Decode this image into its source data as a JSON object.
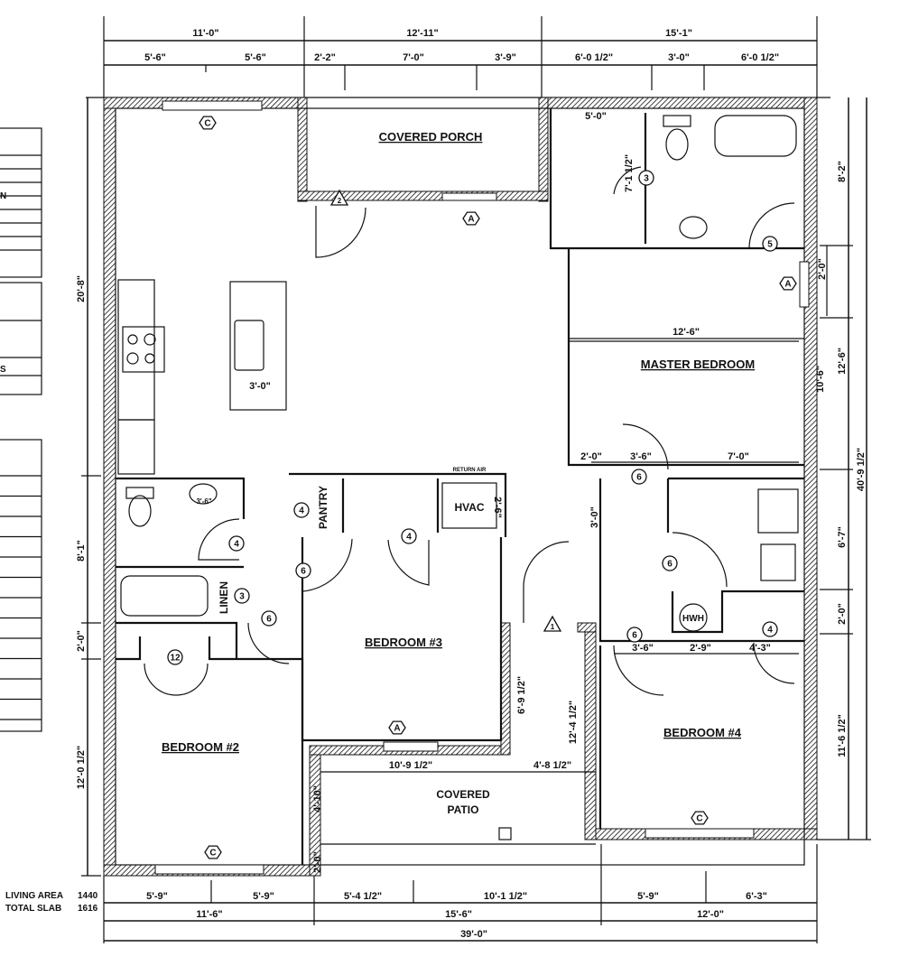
{
  "rooms": {
    "covered_porch": "COVERED PORCH",
    "master_bedroom": "MASTER BEDROOM",
    "bedroom3": "BEDROOM #3",
    "bedroom2": "BEDROOM #2",
    "bedroom4": "BEDROOM #4",
    "covered_patio_1": "COVERED",
    "covered_patio_2": "PATIO",
    "pantry": "PANTRY",
    "hvac": "HVAC",
    "linen": "LINEN",
    "hwh": "HWH",
    "return_air": "RETURN AIR"
  },
  "area_summary": {
    "living_area_label": "LIVING AREA",
    "living_area_value": "1440",
    "total_slab_label": "TOTAL SLAB",
    "total_slab_value": "1616"
  },
  "dimensions": {
    "top_overall": [
      "11'-0\"",
      "12'-11\"",
      "15'-1\""
    ],
    "top_detail": [
      "5'-6\"",
      "5'-6\"",
      "2'-2\"",
      "7'-0\"",
      "3'-9\"",
      "6'-0 1/2\"",
      "3'-0\"",
      "6'-0 1/2\""
    ],
    "bottom_detail": [
      "5'-9\"",
      "5'-9\"",
      "5'-4 1/2\"",
      "10'-1 1/2\"",
      "5'-9\"",
      "6'-3\""
    ],
    "bottom_sections": [
      "11'-6\"",
      "15'-6\"",
      "12'-0\""
    ],
    "bottom_overall": "39'-0\"",
    "left": [
      "20'-8\"",
      "8'-1\"",
      "2'-0\"",
      "12'-0 1/2\""
    ],
    "right": [
      "8'-2\"",
      "2'-0\"",
      "12'-6\"",
      "10'-6\"",
      "40'-9 1/2\"",
      "6'-7\"",
      "2'-0\"",
      "11'-6 1/2\""
    ],
    "interior": [
      "5'-0\"",
      "7'-1 1/2\"",
      "12'-6\"",
      "2'-0\"",
      "3'-6\"",
      "7'-0\"",
      "3'-0\"",
      "3'-6\"",
      "2'-9\"",
      "4'-3\"",
      "10'-9 1/2\"",
      "4'-8 1/2\"",
      "6'-9 1/2\"",
      "12'-4 1/2\"",
      "4'-10\"",
      "2'-0\"",
      "3'-0\"",
      "2'-6\"",
      "3'-6\""
    ]
  },
  "door_tags": [
    "3",
    "5",
    "4",
    "4",
    "4",
    "6",
    "6",
    "3",
    "12",
    "6",
    "6",
    "6",
    "4"
  ],
  "window_tags": [
    "C",
    "A",
    "A",
    "A",
    "C",
    "C"
  ],
  "exterior_door_tags": [
    "2",
    "1"
  ],
  "legend_table": {
    "visible_fragments": [
      "N",
      "S"
    ]
  }
}
